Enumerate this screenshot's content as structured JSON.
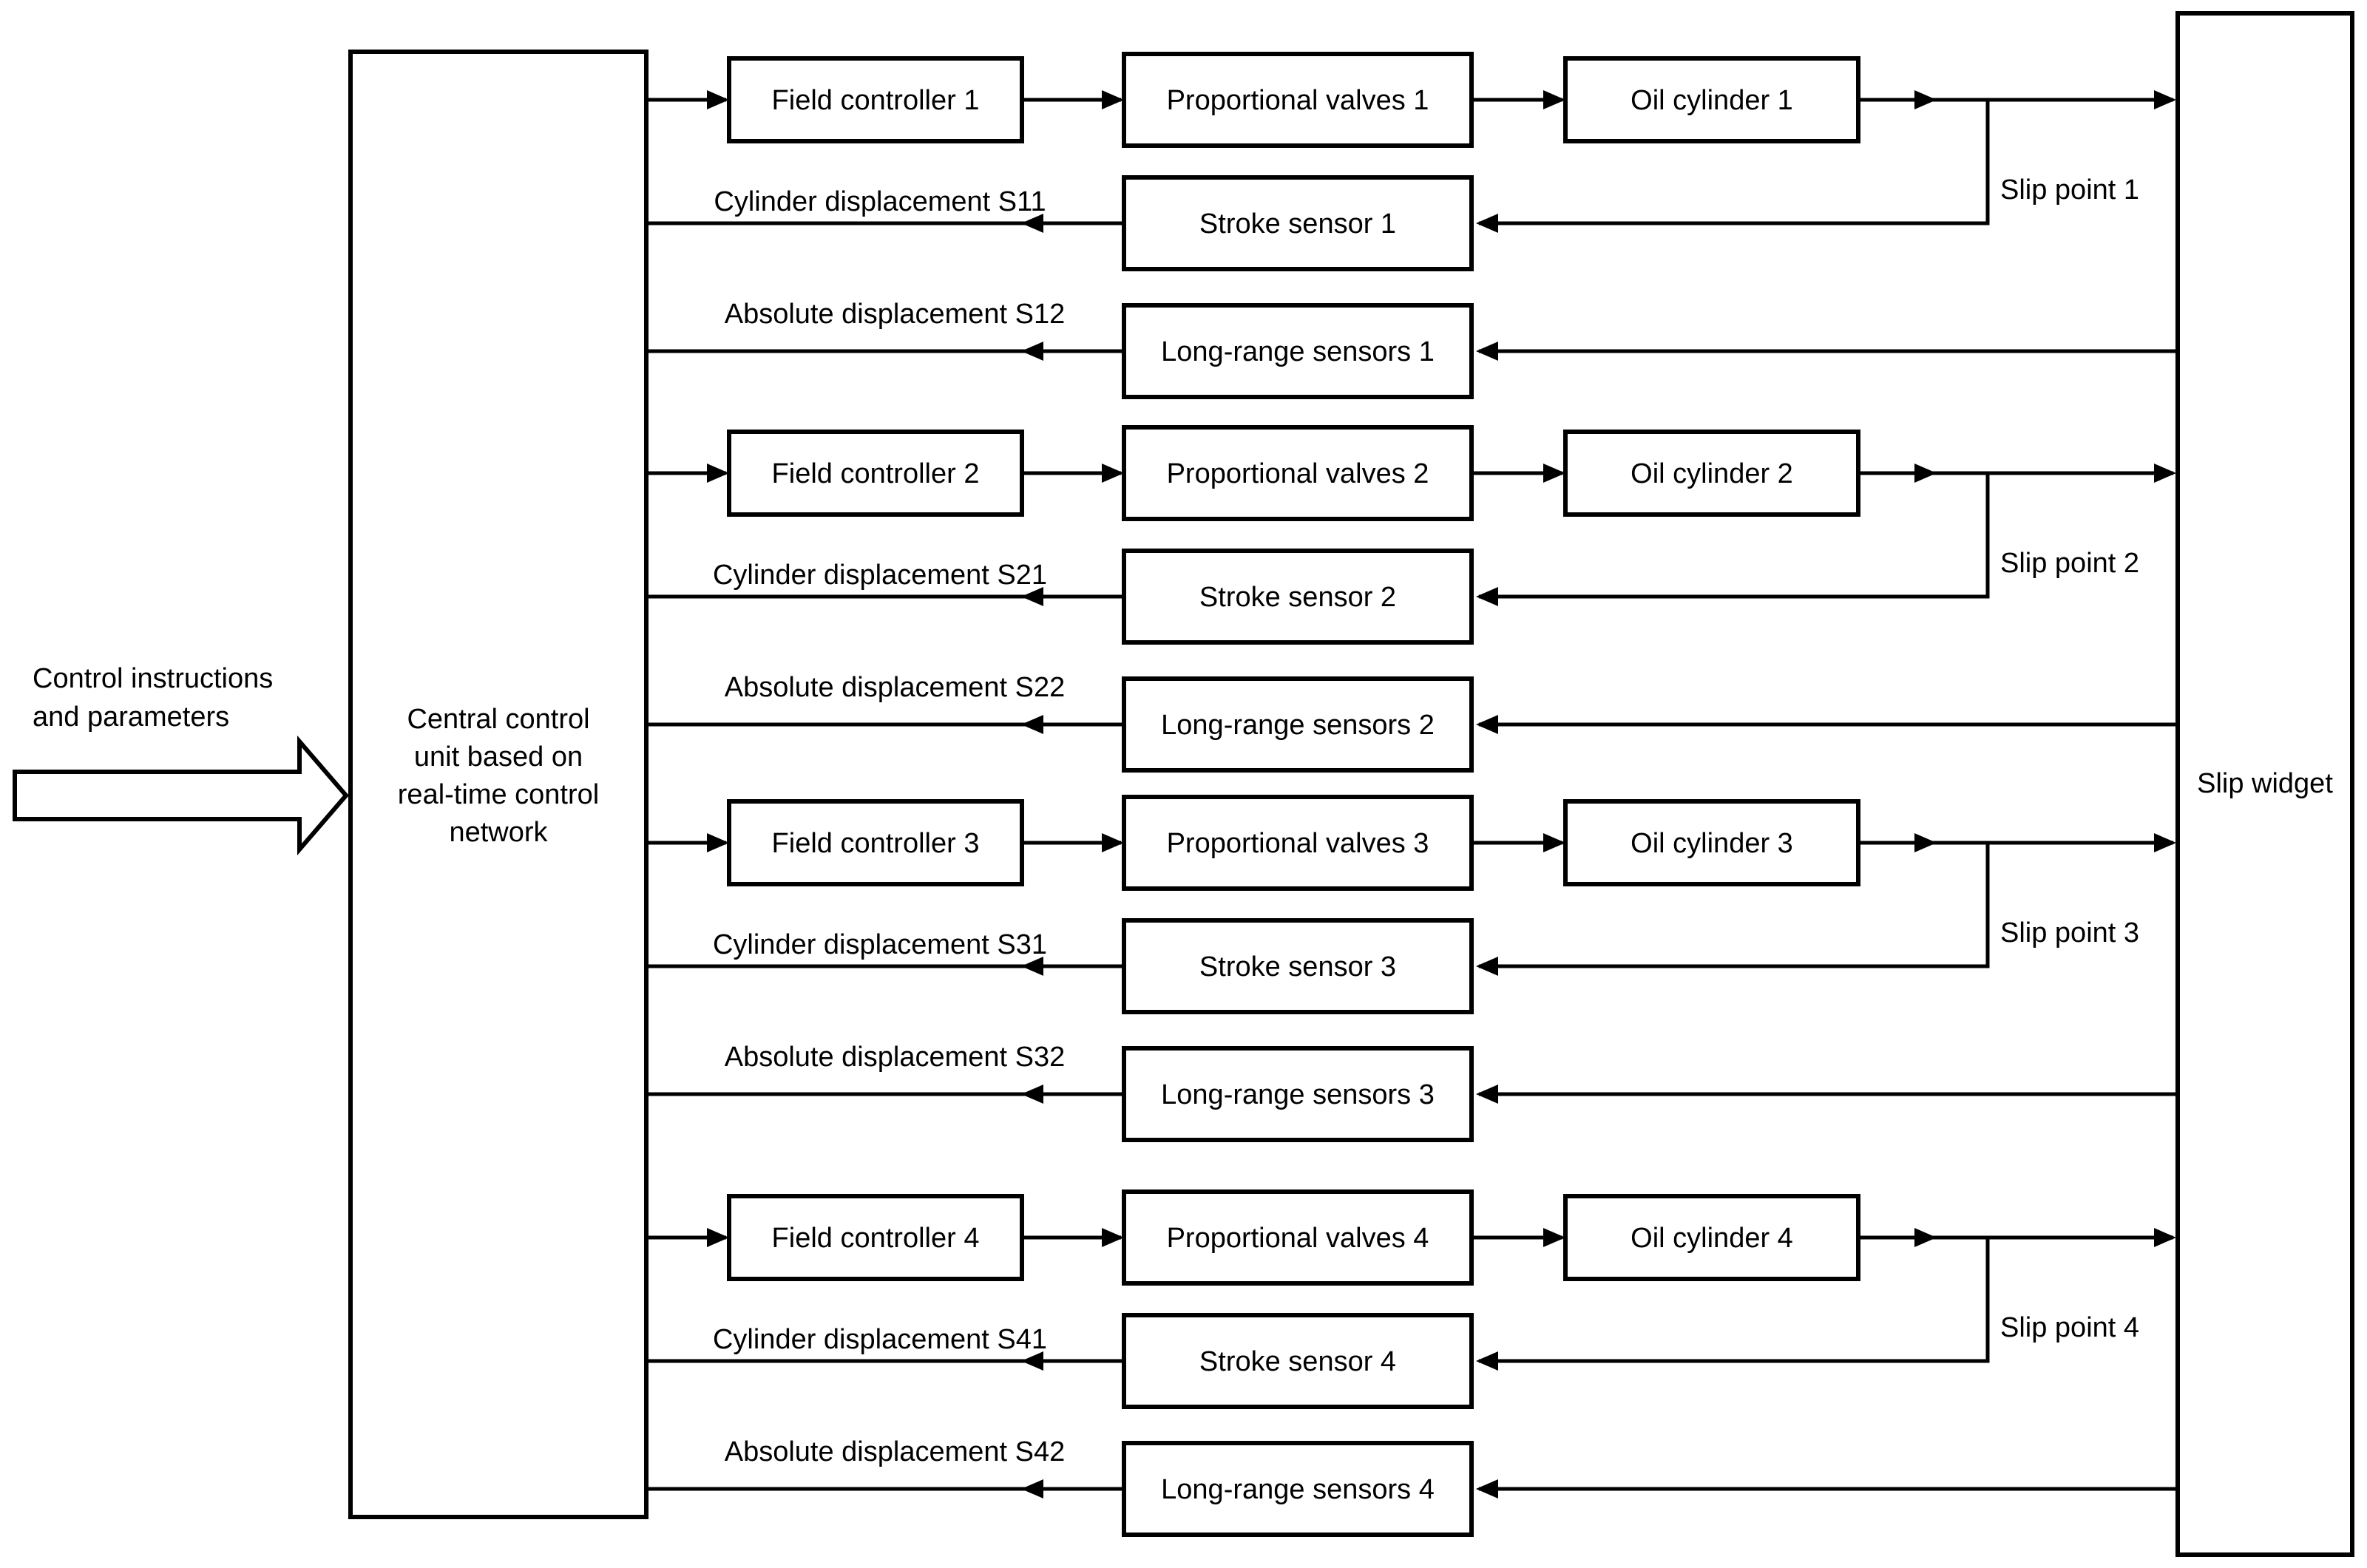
{
  "input": {
    "line1": "Control instructions",
    "line2": "and parameters"
  },
  "central_unit": {
    "lines": [
      "Central control",
      "unit based on",
      "real-time control",
      "network"
    ]
  },
  "slip_widget": "Slip widget",
  "channels": [
    {
      "field_controller": "Field controller 1",
      "proportional_valves": "Proportional valves 1",
      "oil_cylinder": "Oil cylinder 1",
      "stroke_sensor": "Stroke sensor 1",
      "long_range_sensor": "Long-range sensors 1",
      "cylinder_displacement": "Cylinder displacement S11",
      "absolute_displacement": "Absolute displacement S12",
      "slip_point": "Slip point 1"
    },
    {
      "field_controller": "Field controller 2",
      "proportional_valves": "Proportional valves 2",
      "oil_cylinder": "Oil cylinder 2",
      "stroke_sensor": "Stroke sensor 2",
      "long_range_sensor": "Long-range sensors 2",
      "cylinder_displacement": "Cylinder displacement S21",
      "absolute_displacement": "Absolute displacement S22",
      "slip_point": "Slip point 2"
    },
    {
      "field_controller": "Field controller 3",
      "proportional_valves": "Proportional valves 3",
      "oil_cylinder": "Oil cylinder 3",
      "stroke_sensor": "Stroke sensor 3",
      "long_range_sensor": "Long-range sensors 3",
      "cylinder_displacement": "Cylinder displacement S31",
      "absolute_displacement": "Absolute displacement S32",
      "slip_point": "Slip point 3"
    },
    {
      "field_controller": "Field controller 4",
      "proportional_valves": "Proportional valves 4",
      "oil_cylinder": "Oil cylinder 4",
      "stroke_sensor": "Stroke sensor 4",
      "long_range_sensor": "Long-range sensors 4",
      "cylinder_displacement": "Cylinder displacement S41",
      "absolute_displacement": "Absolute displacement S42",
      "slip_point": "Slip point 4"
    }
  ]
}
